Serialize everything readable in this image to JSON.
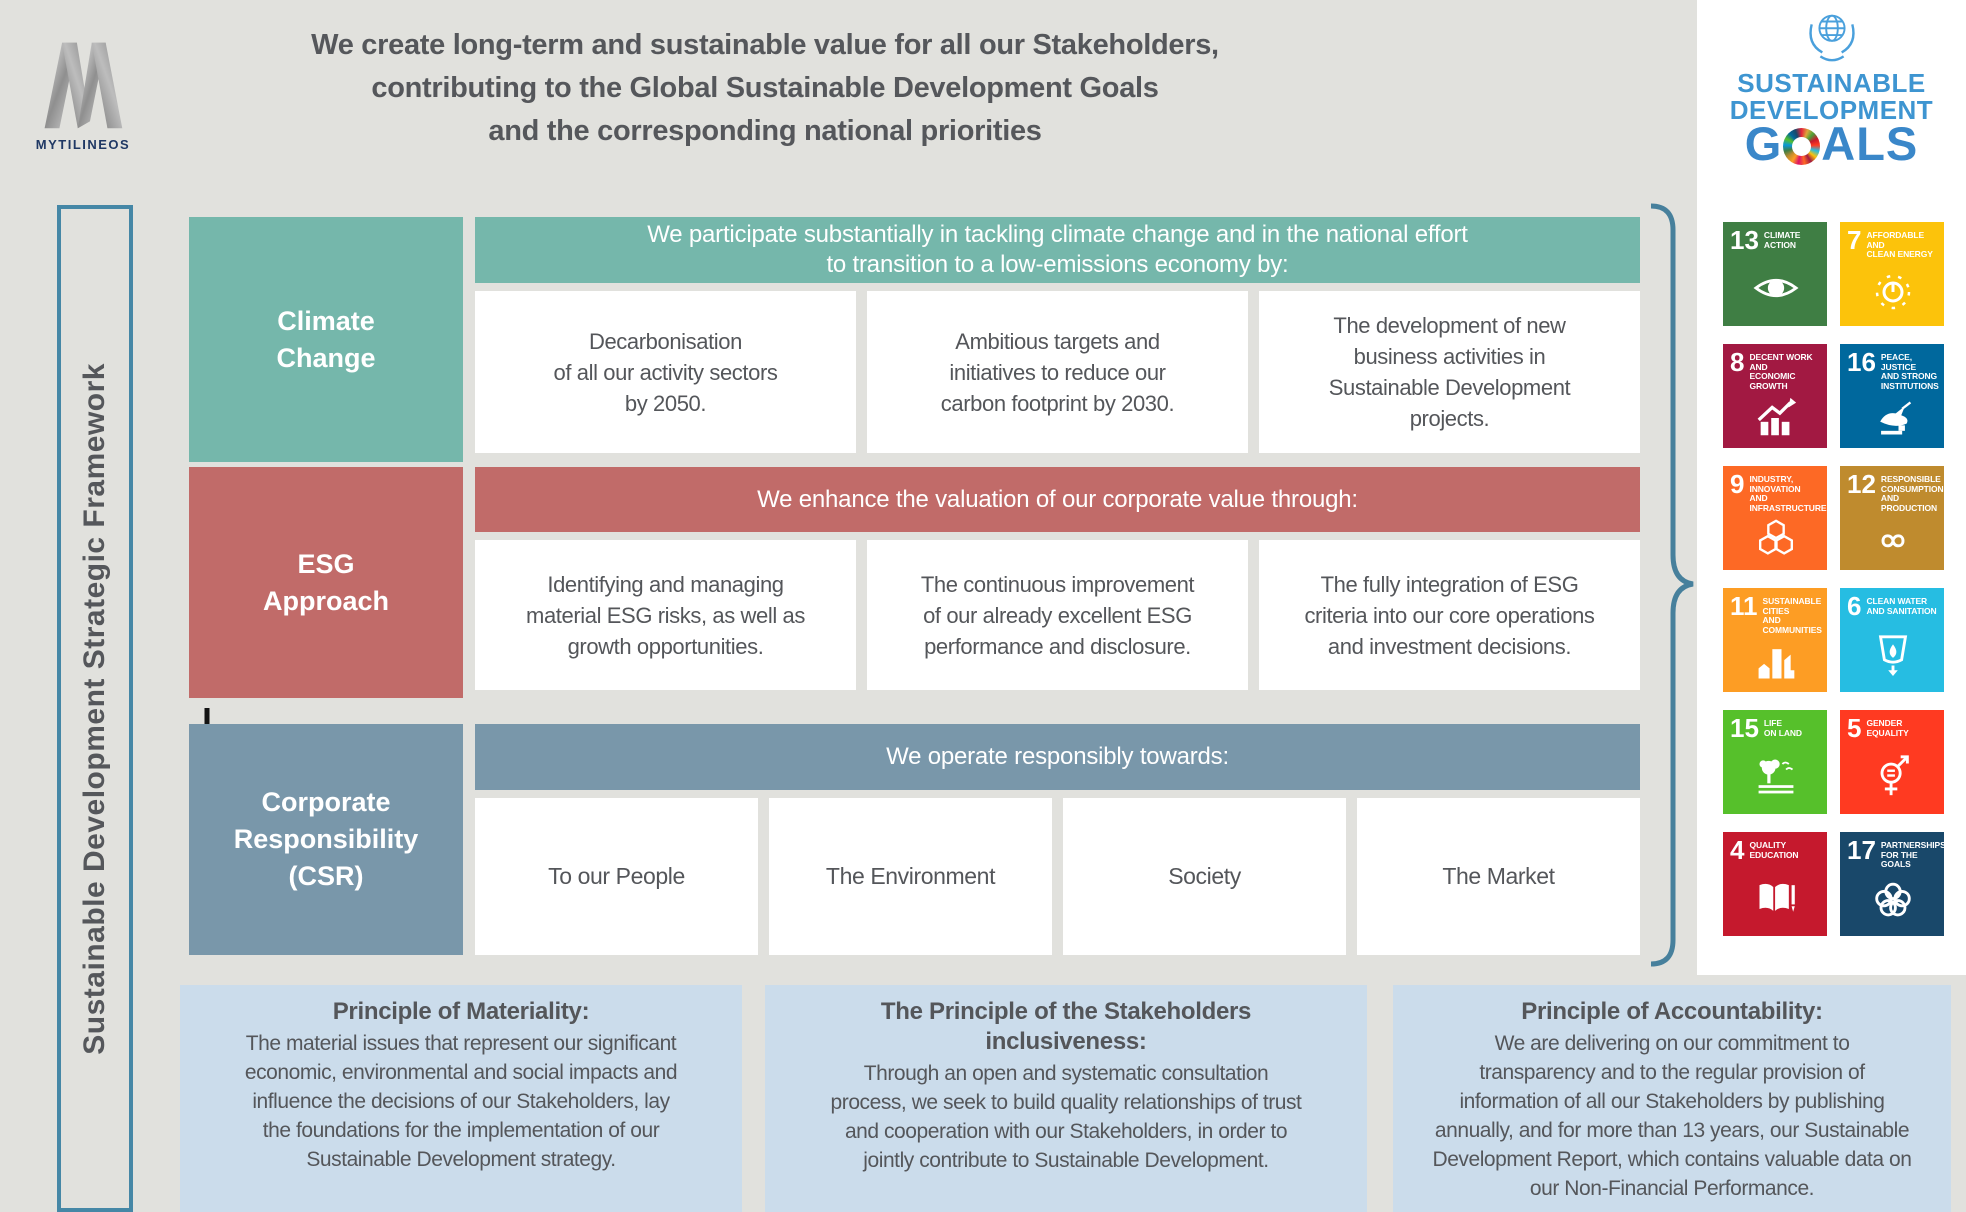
{
  "header": {
    "company": "MYTILINEOS",
    "title": "We create long-term and sustainable value for all our Stakeholders,\ncontributing to the Global Sustainable Development Goals\nand the corresponding national priorities"
  },
  "sdg_logo": {
    "line1": "SUSTAINABLE",
    "line2": "DEVELOPMENT",
    "goals_before": "G",
    "goals_after": "ALS"
  },
  "left_rail": {
    "label": "Sustainable Development Strategic Framework"
  },
  "framework": {
    "rows": [
      {
        "label": "Climate\nChange",
        "color": "#75B7AB",
        "header": "We participate substantially in tackling climate change and in the national effort\nto transition to a low-emissions economy by:",
        "items": [
          "Decarbonisation\nof all our activity sectors\nby 2050.",
          "Ambitious targets and\ninitiatives to reduce our\ncarbon footprint by 2030.",
          "The development of new\nbusiness activities in\nSustainable Development\nprojects."
        ]
      },
      {
        "label": "ESG\nApproach",
        "color": "#C16B69",
        "header": "We enhance the valuation of our corporate value through:",
        "items": [
          "Identifying and managing\nmaterial ESG risks, as well as\ngrowth opportunities.",
          "The continuous improvement\nof our already excellent ESG\nperformance and disclosure.",
          "The fully integration of ESG\ncriteria into our core operations\nand investment decisions."
        ]
      },
      {
        "label": "Corporate\nResponsibility\n(CSR)",
        "color": "#7997AA",
        "header": "We operate responsibly towards:",
        "items": [
          "To our People",
          "The Environment",
          "Society",
          "The Market"
        ]
      }
    ]
  },
  "principles": [
    {
      "title": "Principle of Materiality:",
      "body": "The material issues that represent our significant\neconomic, environmental and social impacts and\ninfluence the decisions of our Stakeholders, lay\nthe foundations for the implementation of our\nSustainable Development strategy."
    },
    {
      "title": "The Principle of the Stakeholders\ninclusiveness:",
      "body": "Through an open and systematic consultation\nprocess, we seek to build quality relationships of trust\nand cooperation with our Stakeholders, in order to\njointly contribute to Sustainable Development."
    },
    {
      "title": "Principle of Accountability:",
      "body": "We are delivering on our commitment to\ntransparency and to the regular provision of\ninformation of all our Stakeholders by publishing\nannually, and for more than 13 years, our Sustainable\nDevelopment Report, which contains valuable data on\nour Non-Financial Performance."
    }
  ],
  "sdg": {
    "tiles": [
      {
        "num": "13",
        "label": "CLIMATE\nACTION",
        "color": "#3F7E44"
      },
      {
        "num": "7",
        "label": "AFFORDABLE AND\nCLEAN ENERGY",
        "color": "#FCC30B"
      },
      {
        "num": "8",
        "label": "DECENT WORK AND\nECONOMIC GROWTH",
        "color": "#A21942"
      },
      {
        "num": "16",
        "label": "PEACE, JUSTICE\nAND STRONG\nINSTITUTIONS",
        "color": "#00689D"
      },
      {
        "num": "9",
        "label": "INDUSTRY, INNOVATION\nAND INFRASTRUCTURE",
        "color": "#FD6925"
      },
      {
        "num": "12",
        "label": "RESPONSIBLE\nCONSUMPTION\nAND PRODUCTION",
        "color": "#BF8B2E"
      },
      {
        "num": "11",
        "label": "SUSTAINABLE CITIES\nAND COMMUNITIES",
        "color": "#FD9D24"
      },
      {
        "num": "6",
        "label": "CLEAN WATER\nAND SANITATION",
        "color": "#26BDE2"
      },
      {
        "num": "15",
        "label": "LIFE\nON LAND",
        "color": "#56C02B"
      },
      {
        "num": "5",
        "label": "GENDER\nEQUALITY",
        "color": "#FF3A21"
      },
      {
        "num": "4",
        "label": "QUALITY\nEDUCATION",
        "color": "#C5192D"
      },
      {
        "num": "17",
        "label": "PARTNERSHIPS\nFOR THE GOALS",
        "color": "#19486A"
      }
    ]
  }
}
